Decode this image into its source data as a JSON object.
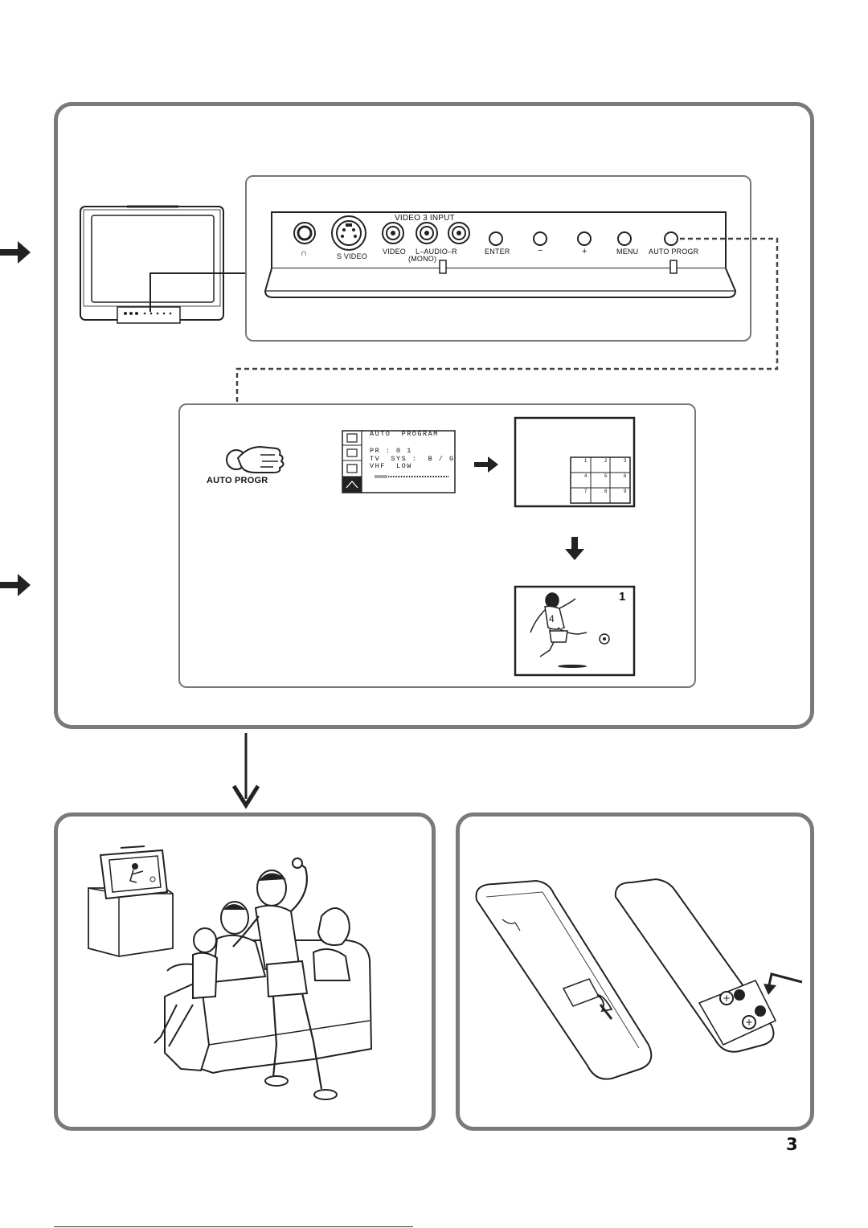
{
  "control_panel": {
    "video3_input": "VIDEO 3 INPUT",
    "headphone_symbol": "∩",
    "s_video": "S VIDEO",
    "video": "VIDEO",
    "audio": "L–AUDIO–R",
    "mono": "(MONO)",
    "enter": "ENTER",
    "minus": "−",
    "plus": "+",
    "menu": "MENU",
    "auto_progr": "AUTO PROGR"
  },
  "step": {
    "button_label": "AUTO PROGR"
  },
  "osd_menu": {
    "title": "AUTO  PROGRAM",
    "pr": "PR : 0 1",
    "tv_sys": "TV  SYS :  B / G",
    "band": "VHF  LOW"
  },
  "channel_grid": [
    "1",
    "2",
    "3",
    "4",
    "5",
    "6",
    "7",
    "8",
    "9"
  ],
  "program_number": "1",
  "player_number": "4",
  "page_number": "3",
  "icons": [
    "arrow-right-icon",
    "arrow-down-icon",
    "hand-pressing-icon",
    "tv-icon",
    "remote-control-icon",
    "battery-icon",
    "soccer-ball-icon"
  ],
  "colors": {
    "frame": "#7a7a7a",
    "ink": "#111111"
  }
}
